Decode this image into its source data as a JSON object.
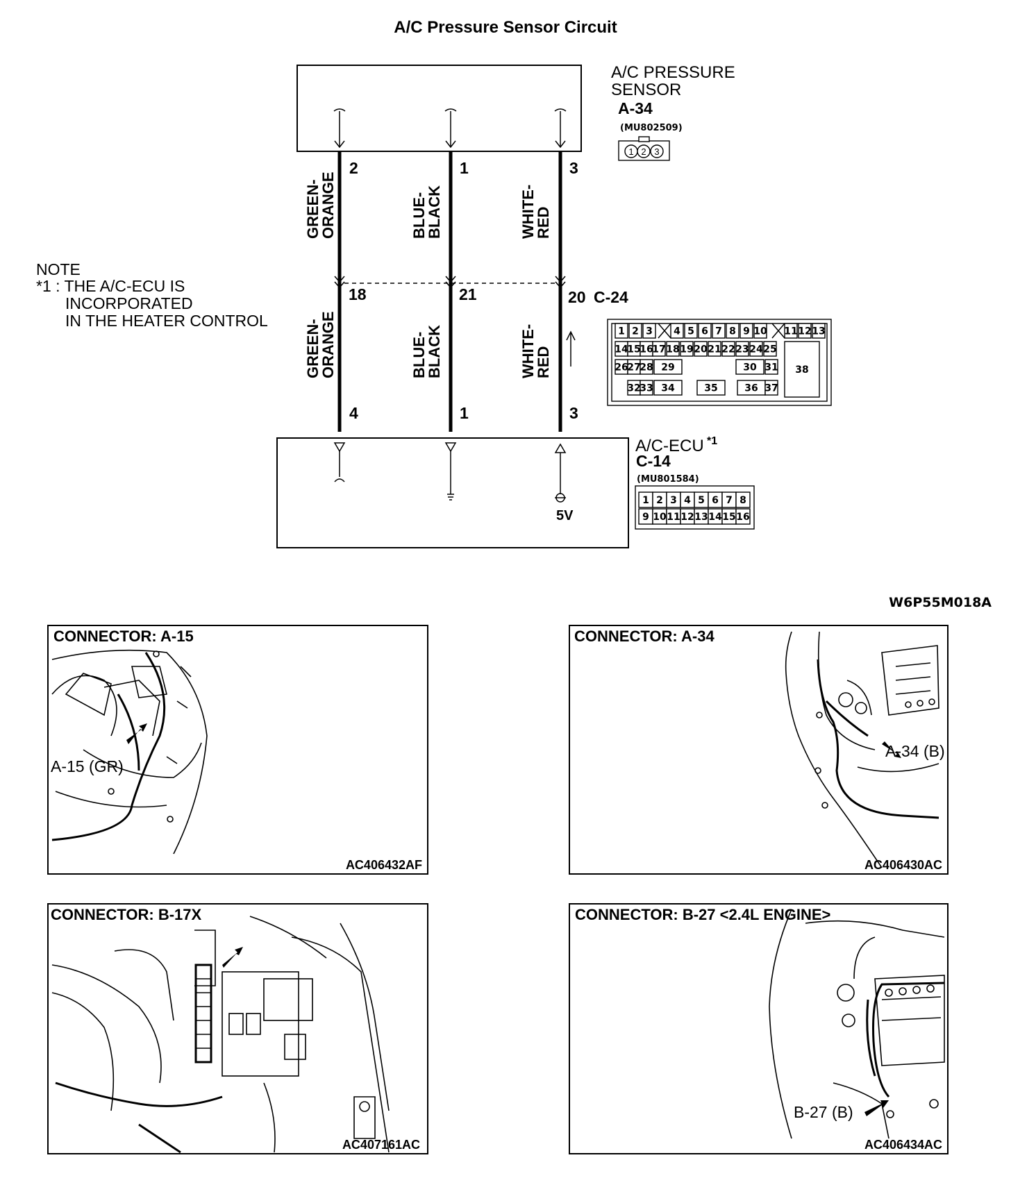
{
  "title": "A/C Pressure Sensor Circuit",
  "sensor": {
    "name_line1": "A/C PRESSURE",
    "name_line2": "SENSOR",
    "connector_id": "A-34",
    "part_number": "(MU802509)",
    "pins": [
      "1",
      "2",
      "3"
    ]
  },
  "wires": [
    {
      "color_line1": "GREEN-",
      "color_line2": "ORANGE",
      "sensor_pin": "2",
      "junction_pin": "18",
      "ecu_pin": "4"
    },
    {
      "color_line1": "BLUE-",
      "color_line2": "BLACK",
      "sensor_pin": "1",
      "junction_pin": "21",
      "ecu_pin": "1"
    },
    {
      "color_line1": "WHITE-",
      "color_line2": "RED",
      "sensor_pin": "3",
      "junction_pin": "20",
      "ecu_pin": "3"
    }
  ],
  "junction_connector": {
    "id": "C-24",
    "row1": [
      "1",
      "2",
      "3",
      "4",
      "5",
      "6",
      "7",
      "8",
      "9",
      "10",
      "11",
      "12",
      "13"
    ],
    "row2": [
      "14",
      "15",
      "16",
      "17",
      "18",
      "19",
      "20",
      "21",
      "22",
      "23",
      "24",
      "25"
    ],
    "row3": [
      "26",
      "27",
      "28",
      "29",
      "30",
      "31"
    ],
    "row4": [
      "32",
      "33",
      "34",
      "35",
      "36",
      "37"
    ],
    "big": "38"
  },
  "note": {
    "heading": "NOTE",
    "line1": "*1 : THE A/C-ECU IS",
    "line2": "INCORPORATED",
    "line3": "IN THE HEATER CONTROL"
  },
  "ecu": {
    "name": "A/C-ECU",
    "superscript": "*1",
    "connector_id": "C-14",
    "part_number": "(MU801584)",
    "row1": [
      "1",
      "2",
      "3",
      "4",
      "5",
      "6",
      "7",
      "8"
    ],
    "row2": [
      "9",
      "10",
      "11",
      "12",
      "13",
      "14",
      "15",
      "16"
    ],
    "voltage": "5V"
  },
  "diagram_code": "W6P55M018A",
  "panels": [
    {
      "header": "CONNECTOR: A-15",
      "callout": "A-15 (GR)",
      "code": "AC406432AF"
    },
    {
      "header": "CONNECTOR: A-34",
      "callout": "A-34 (B)",
      "code": "AC406430AC"
    },
    {
      "header": "CONNECTOR: B-17X",
      "callout": "",
      "code": "AC407161AC"
    },
    {
      "header": "CONNECTOR: B-27 <2.4L ENGINE>",
      "callout": "B-27 (B)",
      "code": "AC406434AC"
    }
  ]
}
